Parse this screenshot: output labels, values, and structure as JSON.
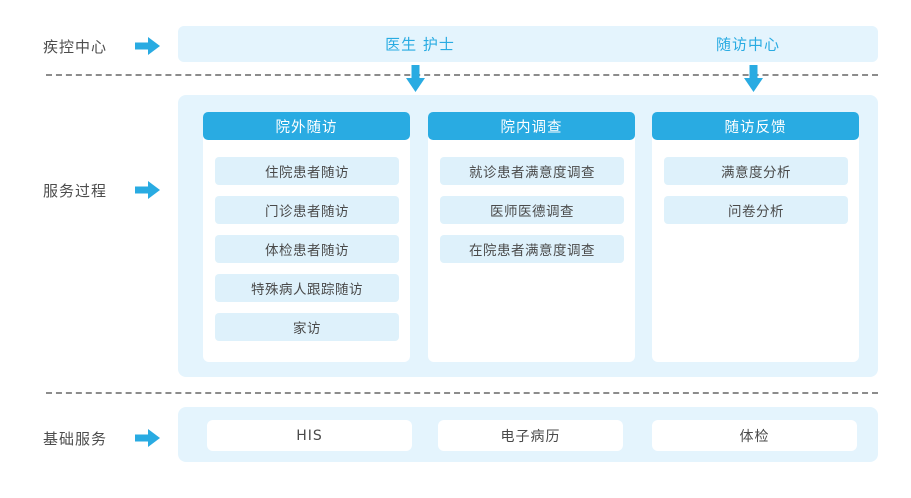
{
  "colors": {
    "accent_blue": "#29abe2",
    "panel_light_blue": "#e4f4fd",
    "item_light_blue": "#def1fb",
    "text_dark": "#4d4d4d",
    "dash_gray": "#8c8c8c"
  },
  "cdc_row": {
    "label": "疾控中心"
  },
  "top_bar": {
    "doctor_nurse": "医生 护士",
    "followup_center": "随访中心"
  },
  "service_row": {
    "label": "服务过程",
    "columns": [
      {
        "header": "院外随访",
        "items": [
          "住院患者随访",
          "门诊患者随访",
          "体检患者随访",
          "特殊病人跟踪随访",
          "家访"
        ]
      },
      {
        "header": "院内调查",
        "items": [
          "就诊患者满意度调查",
          "医师医德调查",
          "在院患者满意度调查"
        ]
      },
      {
        "header": "随访反馈",
        "items": [
          "满意度分析",
          "问卷分析"
        ]
      }
    ]
  },
  "base_row": {
    "label": "基础服务",
    "services": [
      "HIS",
      "电子病历",
      "体检"
    ]
  }
}
